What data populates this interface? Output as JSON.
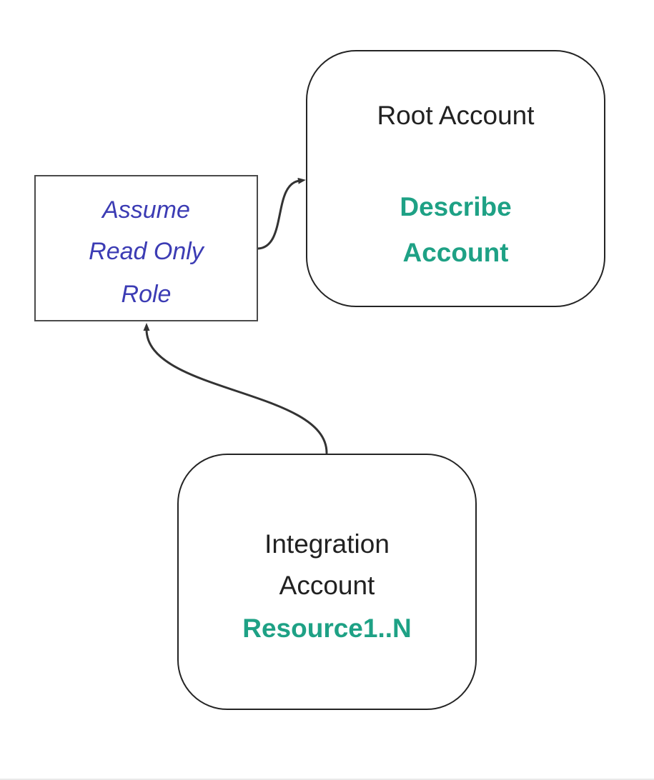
{
  "page": {
    "background": "#ffffff",
    "description": "Flow diagram of cross-account role assumption"
  },
  "colors": {
    "teal": "#1ea185",
    "blue": "#3c3cb4",
    "ink": "#212121",
    "stroke": "#333333",
    "rect-border": "#4a4a4a",
    "bottom-line": "#e9e9e9",
    "bg": "#ffffff"
  },
  "diagram": {
    "nodes": [
      {
        "id": "root-account",
        "shape": "rounded-rectangle",
        "title_lines": [
          "Root Account"
        ],
        "action_lines": [
          "Describe",
          "Account"
        ],
        "action_color": "#1ea185"
      },
      {
        "id": "assume-read-only-role",
        "shape": "rectangle",
        "title_lines": [
          "Assume",
          "Read Only",
          "Role"
        ],
        "title_color": "#3c3cb4",
        "title_style": "italic"
      },
      {
        "id": "integration-account",
        "shape": "rounded-rectangle",
        "title_lines": [
          "Integration",
          "Account"
        ],
        "action_lines": [
          "Resource1..N"
        ],
        "action_color": "#1ea185"
      }
    ],
    "edges": [
      {
        "id": "edge-assume-to-root",
        "from": "assume-read-only-role",
        "to": "root-account",
        "style": "curved-arrow"
      },
      {
        "id": "edge-integration-to-assume",
        "from": "integration-account",
        "to": "assume-read-only-role",
        "style": "curved-arrow"
      }
    ]
  }
}
